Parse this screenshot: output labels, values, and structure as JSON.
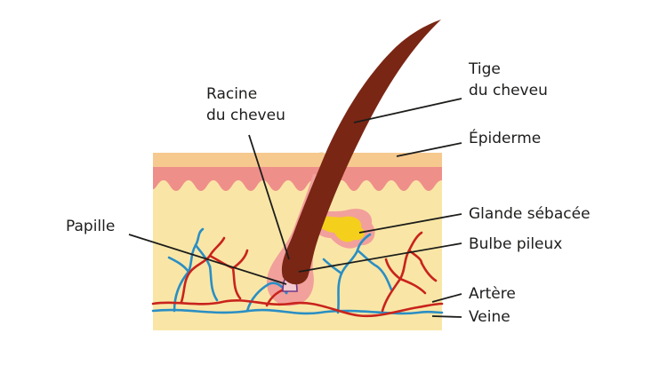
{
  "labels": {
    "tige": [
      "Tige",
      "du cheveu"
    ],
    "racine": [
      "Racine",
      "du cheveu"
    ],
    "epiderme": "Épiderme",
    "glande": "Glande sébacée",
    "bulbe": "Bulbe pileux",
    "papille": "Papille",
    "artere": "Artère",
    "veine": "Veine"
  },
  "colors": {
    "dermis": "#f9e6a6",
    "epidermis": "#f6c98f",
    "epidermis_pink": "#ef8f8a",
    "follicle": "#f2a09c",
    "hair": "#7a2614",
    "gland": "#f4d01c",
    "artery": "#c9231c",
    "vein": "#2a8ec4",
    "leader": "#1d1d1b"
  }
}
